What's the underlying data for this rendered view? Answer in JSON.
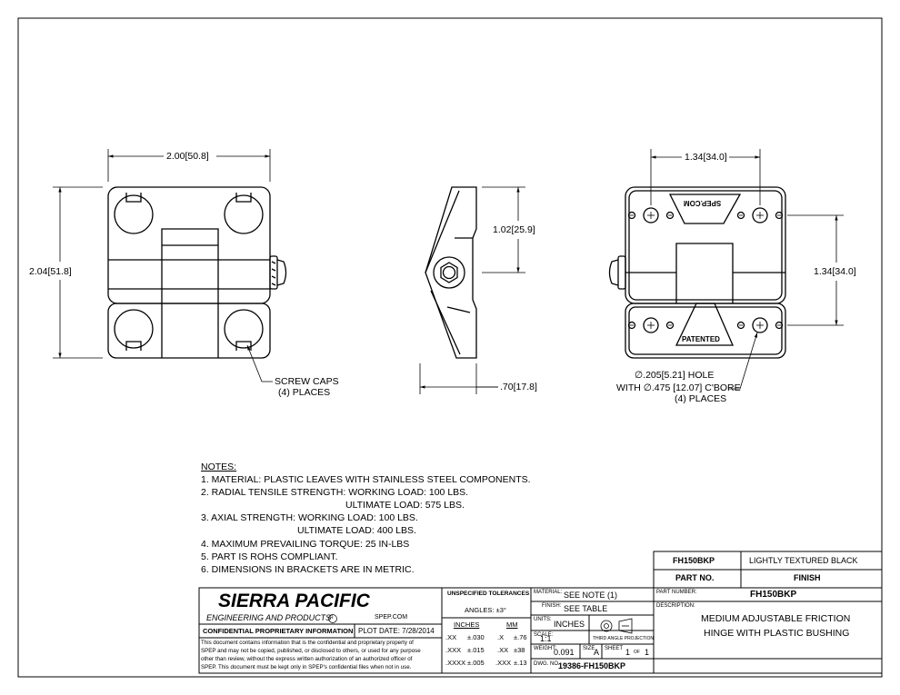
{
  "dims": {
    "front_width": "2.00",
    "front_width_mm": "50.8",
    "front_height": "2.04",
    "front_height_mm": "51.8",
    "side_height": "1.02",
    "side_height_mm": "25.9",
    "side_depth": ".70",
    "side_depth_mm": "17.8",
    "back_width": "1.34",
    "back_width_mm": "34.0",
    "back_height": "1.34",
    "back_height_mm": "34.0"
  },
  "callouts": {
    "screw_caps_1": "SCREW CAPS",
    "screw_caps_2": "(4) PLACES",
    "hole_1": "∅.205[5.21] HOLE",
    "hole_2": "WITH ∅.475 [12.07] C'BORE",
    "hole_3": "(4) PLACES"
  },
  "part_marks": {
    "logo_text": "SPEP.COM",
    "patented": "PATENTED"
  },
  "notes": {
    "heading": "NOTES:",
    "items": [
      "1.   MATERIAL: PLASTIC LEAVES WITH STAINLESS STEEL COMPONENTS.",
      "2.   RADIAL TENSILE STRENGTH:  WORKING LOAD: 100 LBS.",
      "ULTIMATE LOAD: 575 LBS.",
      "3.   AXIAL STRENGTH: WORKING LOAD: 100 LBS.",
      "ULTIMATE LOAD: 400 LBS.",
      "4.   MAXIMUM PREVAILING TORQUE: 25 IN-LBS",
      "5.   PART IS ROHS COMPLIANT.",
      "6.   DIMENSIONS IN BRACKETS ARE IN METRIC."
    ]
  },
  "finish_table": {
    "part_no_value": "FH150BKP",
    "finish_value": "LIGHTLY TEXTURED BLACK",
    "part_no_header": "PART NO.",
    "finish_header": "FINISH"
  },
  "title_block": {
    "company": "SIERRA PACIFIC",
    "company_sub": "ENGINEERING AND PRODUCTS",
    "registered": "R",
    "website": "SPEP.COM",
    "confidential_heading": "CONFIDENTIAL PROPRIETARY INFORMATION",
    "plot_date": "PLOT DATE: 7/28/2014",
    "confidential_text": [
      "This document contains information that is the confidential and proprietary property of",
      "SPEP and may not be copied, published, or disclosed to others, or used for any purpose",
      "other than review, without the express written authorization of an authorized officer of",
      "SPEP. This document must be kept only in SPEP's confidential files when not in use."
    ],
    "tolerances_heading": "UNSPECIFIED TOLERANCES",
    "angles": "ANGLES: ±3°",
    "inches_header": "INCHES",
    "mm_header": "MM",
    "tol_rows": [
      {
        "in_label": ".XX",
        "in_val": "±.030",
        "mm_label": ".X",
        "mm_val": "±.76"
      },
      {
        "in_label": ".XXX",
        "in_val": "±.015",
        "mm_label": ".XX",
        "mm_val": "±38"
      },
      {
        "in_label": ".XXXX",
        "in_val": "±.005",
        "mm_label": ".XXX",
        "mm_val": "±.13"
      }
    ],
    "material_label": "MATERIAL:",
    "material_value": "SEE NOTE (1)",
    "finish_label": "FINISH:",
    "finish_value": "SEE TABLE",
    "units_label": "UNITS:",
    "units_value": "INCHES",
    "scale_label": "SCALE:",
    "scale_value": "1:1",
    "projection": "THIRD ANGLE PROJECTION",
    "weight_label": "WEIGHT:",
    "weight_value": "0.091",
    "size_label": "SIZE",
    "size_value": "A",
    "sheet_label": "SHEET",
    "sheet_num": "1",
    "sheet_of": "OF",
    "sheet_total": "1",
    "dwg_label": "DWG. NO.",
    "dwg_value": "19386-FH150BKP",
    "part_number_label": "PART NUMBER:",
    "part_number_value": "FH150BKP",
    "description_label": "DESCRIPTION:",
    "description_1": "MEDIUM ADJUSTABLE FRICTION",
    "description_2": "HINGE WITH PLASTIC BUSHING"
  }
}
